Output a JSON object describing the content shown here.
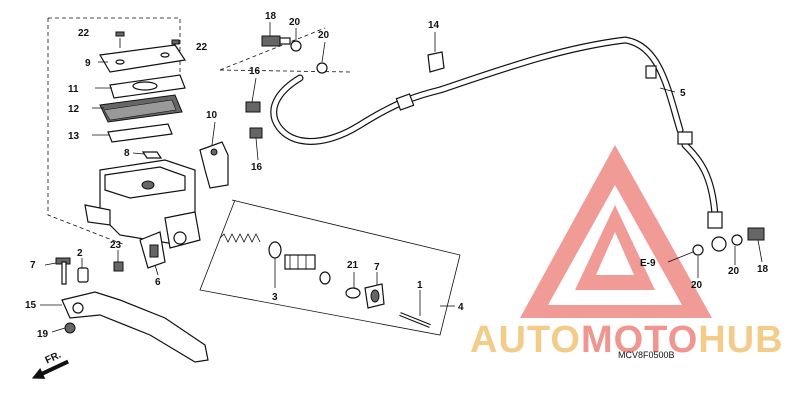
{
  "diagram": {
    "part_code": "MCV8F0500B",
    "ref_label": "E-9",
    "direction_label": "FR.",
    "watermark": {
      "text_auto": "AUTO",
      "text_moto": "MOTO",
      "text_hub": "HUB",
      "color_gold": "#f3c77e",
      "color_red": "#ef8a84"
    },
    "callouts": {
      "c22a": "22",
      "c22b": "22",
      "c9": "9",
      "c11": "11",
      "c12": "12",
      "c13": "13",
      "c8": "8",
      "c10": "10",
      "c16a": "16",
      "c16b": "16",
      "c18a": "18",
      "c20a": "20",
      "c20b": "20",
      "c14": "14",
      "c5": "5",
      "c7a": "7",
      "c2": "2",
      "c23": "23",
      "c6": "6",
      "c15": "15",
      "c19": "19",
      "c3": "3",
      "c21": "21",
      "c7b": "7",
      "c1": "1",
      "c4": "4",
      "c20c": "20",
      "c20d": "20",
      "c18b": "18"
    }
  }
}
